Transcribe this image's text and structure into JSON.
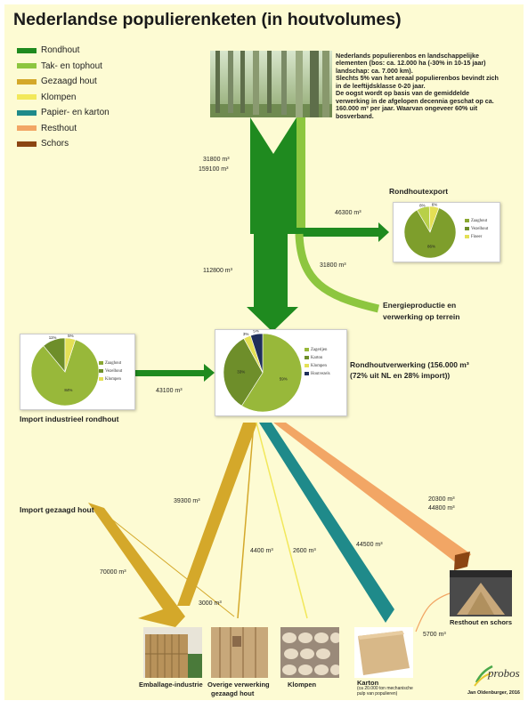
{
  "title": "Nederlandse populierenketen (in houtvolumes)",
  "legend": [
    {
      "label": "Rondhout",
      "color": "#1f8a1f"
    },
    {
      "label": "Tak- en tophout",
      "color": "#8dc63f"
    },
    {
      "label": "Gezaagd hout",
      "color": "#d4a82a"
    },
    {
      "label": "Klompen",
      "color": "#f2e85a"
    },
    {
      "label": "Papier- en karton",
      "color": "#1f8a8a"
    },
    {
      "label": "Resthout",
      "color": "#f2a665"
    },
    {
      "label": "Schors",
      "color": "#8b4513"
    }
  ],
  "description": [
    "Nederlands populierenbos en landschappelijke",
    "elementen (bos: ca. 12.000 ha (-30% in 10-15 jaar)",
    "landschap: ca. 7.000 km).",
    "Slechts 5% van het areaal populierenbos bevindt zich",
    "in de leeftijdsklasse 0-20 jaar.",
    "De oogst wordt op basis van de gemiddelde",
    "verwerking in de afgelopen decennia geschat op ca.",
    "160.000 m³ per jaar. Waarvan  ongeveer 60% uit",
    "bosverband."
  ],
  "flows": {
    "tak_top": "31800 m³",
    "rondhout_oogst": "159100 m³",
    "export": "46300 m³",
    "energie": "31800 m³",
    "rondhout_verwerking": "112800 m³",
    "import_rondhout": "43100 m³",
    "gezaagd_emballage": "39300 m³",
    "import_gezaagd": "70000 m³",
    "overige": "4400 m³",
    "klompen": "2600 m³",
    "karton": "44500 m³",
    "gezaagd_overige": "3000 m³",
    "resthout": "20300 m³",
    "schors": "44800 m³",
    "karton_naar_rest": "5700 m³"
  },
  "labels": {
    "rondhoutexport": "Rondhoutexport",
    "energie_1": "Energieproductie en",
    "energie_2": "verwerking op terrein",
    "verwerking_1": "Rondhoutverwerking (156.000 m³",
    "verwerking_2": "(72% uit NL en 28% import))",
    "import_rondhout": "Import industrieel rondhout",
    "import_gezaagd": "Import gezaagd hout",
    "resthout_schors": "Resthout en schors",
    "emballage": "Emballage-industrie",
    "overige_1": "Overige verwerking",
    "overige_2": "gezaagd hout",
    "klompen": "Klompen",
    "karton": "Karton",
    "karton_note_1": "(ca 20.000 ton mechanische",
    "karton_note_2": "pulp van populieren)",
    "credit": "Jan Oldenburger, 2016",
    "logo": "probos"
  },
  "pie_export": {
    "legend": [
      {
        "label": "Zaaghout",
        "color": "#8aa832"
      },
      {
        "label": "Vezelhout",
        "color": "#6e8e2a"
      },
      {
        "label": "Fineer",
        "color": "#e4e055"
      }
    ],
    "slices": [
      {
        "value": 86,
        "color": "#7e9e2c",
        "label": "86%"
      },
      {
        "value": 8,
        "color": "#b8d048",
        "label": "8%"
      },
      {
        "value": 6,
        "color": "#e4e055",
        "label": "6%"
      }
    ]
  },
  "pie_import": {
    "legend": [
      {
        "label": "Zaaghout",
        "color": "#8aa832"
      },
      {
        "label": "Vezelhout",
        "color": "#6e8e2a"
      },
      {
        "label": "Klompen",
        "color": "#e4e055"
      }
    ],
    "slices": [
      {
        "value": 84,
        "color": "#98b83a",
        "label": "84%"
      },
      {
        "value": 11,
        "color": "#6e8e2a",
        "label": "11%"
      },
      {
        "value": 5,
        "color": "#e4e055",
        "label": "5%"
      }
    ]
  },
  "pie_main": {
    "legend": [
      {
        "label": "Zagerijen",
        "color": "#98b83a"
      },
      {
        "label": "Karton",
        "color": "#6e8e2a"
      },
      {
        "label": "Klompen",
        "color": "#e4e055"
      },
      {
        "label": "Houtvezels",
        "color": "#1f2f5a"
      }
    ],
    "slices": [
      {
        "value": 59,
        "color": "#98b83a",
        "label": "59%"
      },
      {
        "value": 33,
        "color": "#6e8e2a",
        "label": "33%"
      },
      {
        "value": 3,
        "color": "#e4e055",
        "label": "3%"
      },
      {
        "value": 5,
        "color": "#1f2f5a",
        "label": "5%"
      }
    ]
  }
}
